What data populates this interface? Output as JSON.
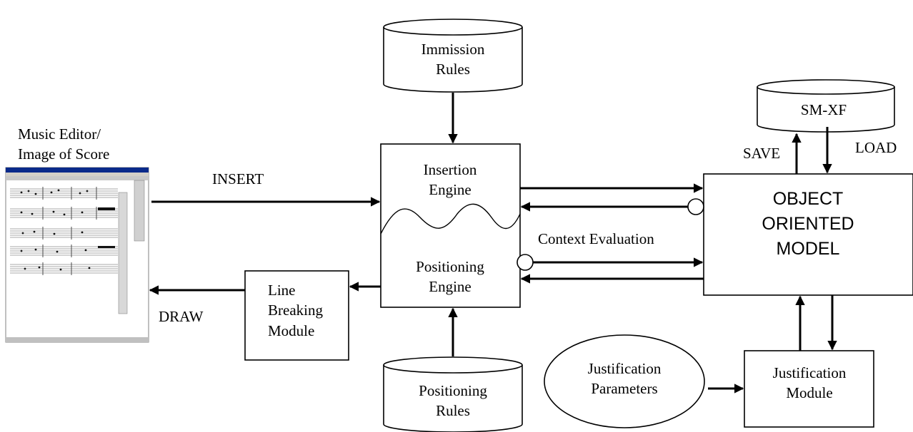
{
  "diagram": {
    "music_editor_caption": [
      "Music Editor/",
      "Image of Score"
    ],
    "immission_rules": [
      "Immission",
      "Rules"
    ],
    "positioning_rules": [
      "Positioning",
      "Rules"
    ],
    "sm_xf": "SM-XF",
    "insertion_engine": [
      "Insertion",
      "Engine"
    ],
    "positioning_engine": [
      "Positioning",
      "Engine"
    ],
    "object_model": [
      "OBJECT",
      "ORIENTED",
      "MODEL"
    ],
    "line_breaking_module": [
      "Line",
      "Breaking",
      "Module"
    ],
    "justification_parameters": [
      "Justification",
      "Parameters"
    ],
    "justification_module": [
      "Justification",
      "Module"
    ],
    "insert_label": "INSERT",
    "draw_label": "DRAW",
    "save_label": "SAVE",
    "load_label": "LOAD",
    "context_evaluation_label": "Context Evaluation"
  }
}
